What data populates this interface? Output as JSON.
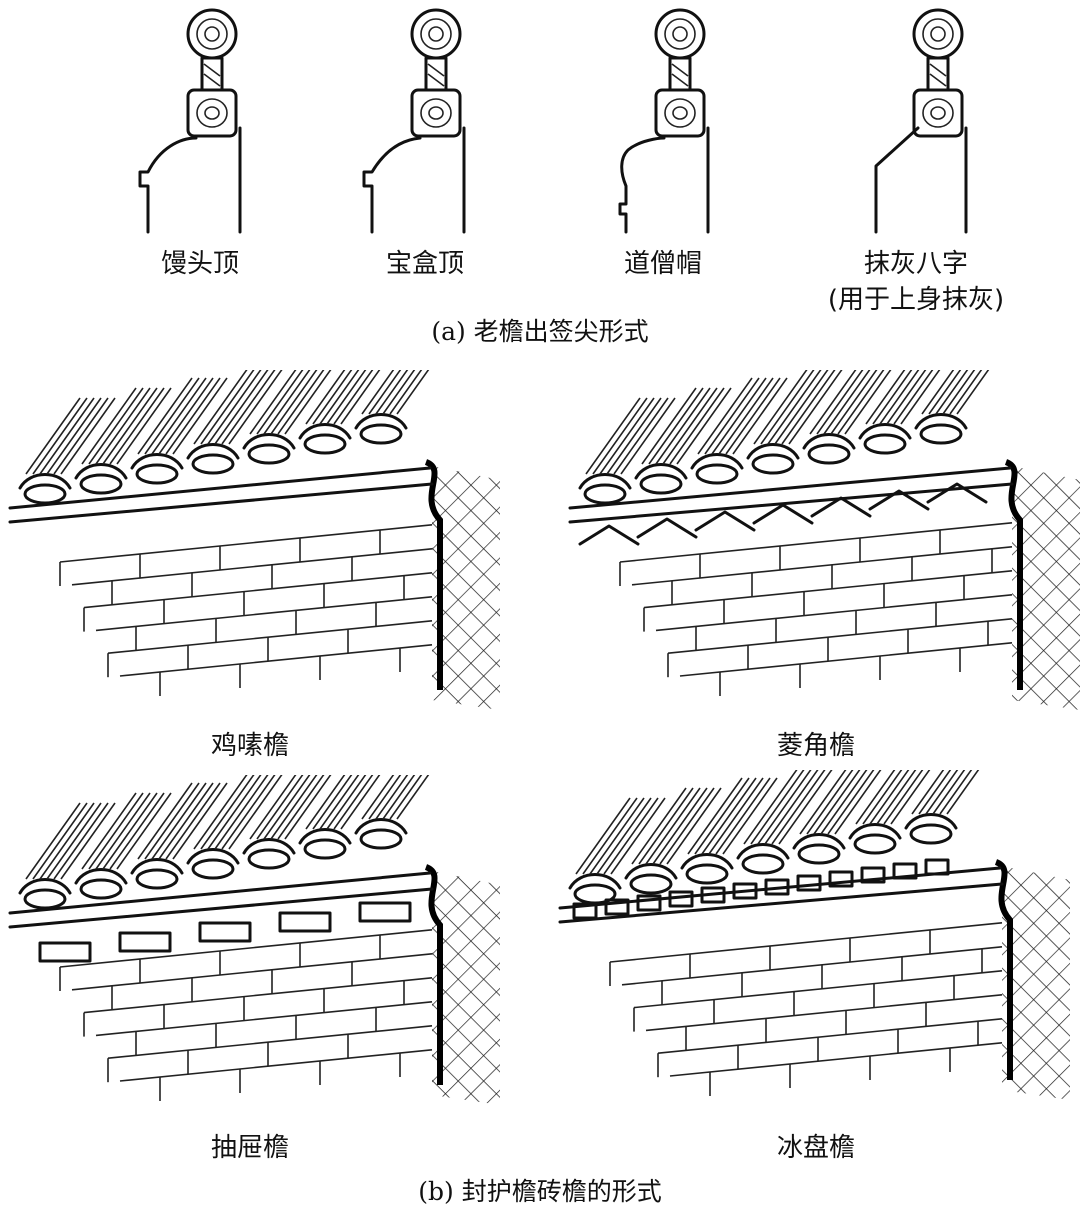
{
  "part_a": {
    "profiles": [
      {
        "label": "馒头顶",
        "sublabel": ""
      },
      {
        "label": "宝盒顶",
        "sublabel": ""
      },
      {
        "label": "道僧帽",
        "sublabel": ""
      },
      {
        "label": "抹灰八字",
        "sublabel": "(用于上身抹灰)"
      }
    ],
    "caption": "(a) 老檐出签尖形式"
  },
  "part_b": {
    "eaves": [
      {
        "label": "鸡嗉檐"
      },
      {
        "label": "菱角檐"
      },
      {
        "label": "抽屉檐"
      },
      {
        "label": "冰盘檐"
      }
    ],
    "caption": "(b) 封护檐砖檐的形式"
  }
}
